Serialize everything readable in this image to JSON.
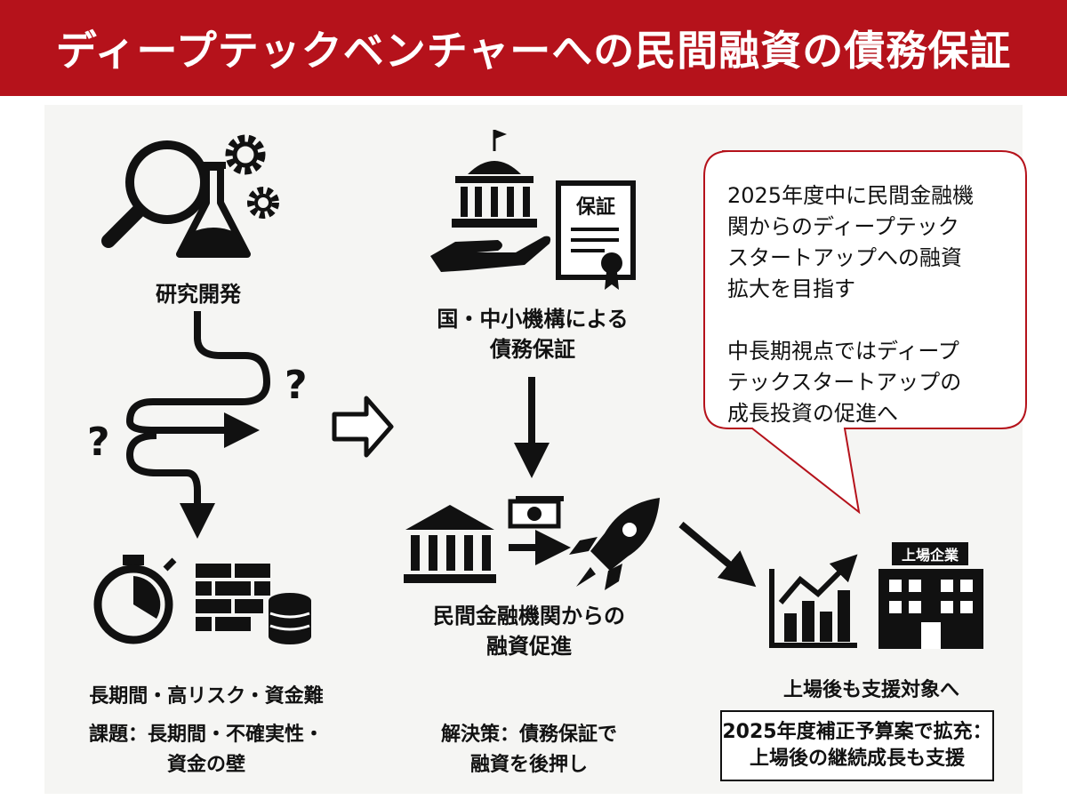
{
  "header": {
    "title": "ディープテックベンチャーへの民間融資の債務保証"
  },
  "left": {
    "rd_label": "研究開発",
    "barrier_label": "長期間・高リスク・資金難",
    "issue_lines": [
      "課題：長期間・不確実性・",
      "資金の壁"
    ]
  },
  "middle": {
    "guarantee_badge": "保証",
    "guarantee_label_lines": [
      "国・中小機構による",
      "債務保証"
    ],
    "finance_label_lines": [
      "民間金融機関からの",
      "融資促進"
    ],
    "solution_lines": [
      "解決策：債務保証で",
      "融資を後押し"
    ]
  },
  "right": {
    "bubble_paragraphs": [
      [
        "2025年度中に民間金融機",
        "関からのディープテック",
        "スタートアップへの融資",
        "拡大を目指す"
      ],
      [
        "中長期視点ではディープ",
        "テックスタートアップの",
        "成長投資の促進へ"
      ]
    ],
    "company_badge": "上場企業",
    "listed_label": "上場後も支援対象へ",
    "budget_lines": [
      "2025年度補正予算案で拡充：",
      "上場後の継続成長も支援"
    ]
  },
  "colors": {
    "brand_red": "#b5121b",
    "ink": "#111111",
    "panel_bg": "#f5f5f3"
  }
}
